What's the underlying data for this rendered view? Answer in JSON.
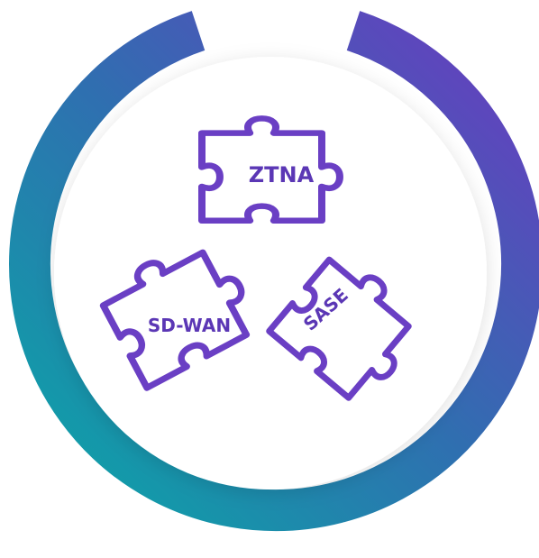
{
  "pieces": [
    {
      "id": "ztna",
      "label": "ZTNA"
    },
    {
      "id": "sdwan",
      "label": "SD-WAN"
    },
    {
      "id": "sase",
      "label": "SASE"
    }
  ],
  "colors": {
    "puzzle_stroke": "#6a3fc4",
    "label_text": "#5b37b5",
    "ring_start": "#0aa7a7",
    "ring_mid": "#2f6fb0",
    "ring_end": "#6a3bc0",
    "background": "#ffffff"
  }
}
